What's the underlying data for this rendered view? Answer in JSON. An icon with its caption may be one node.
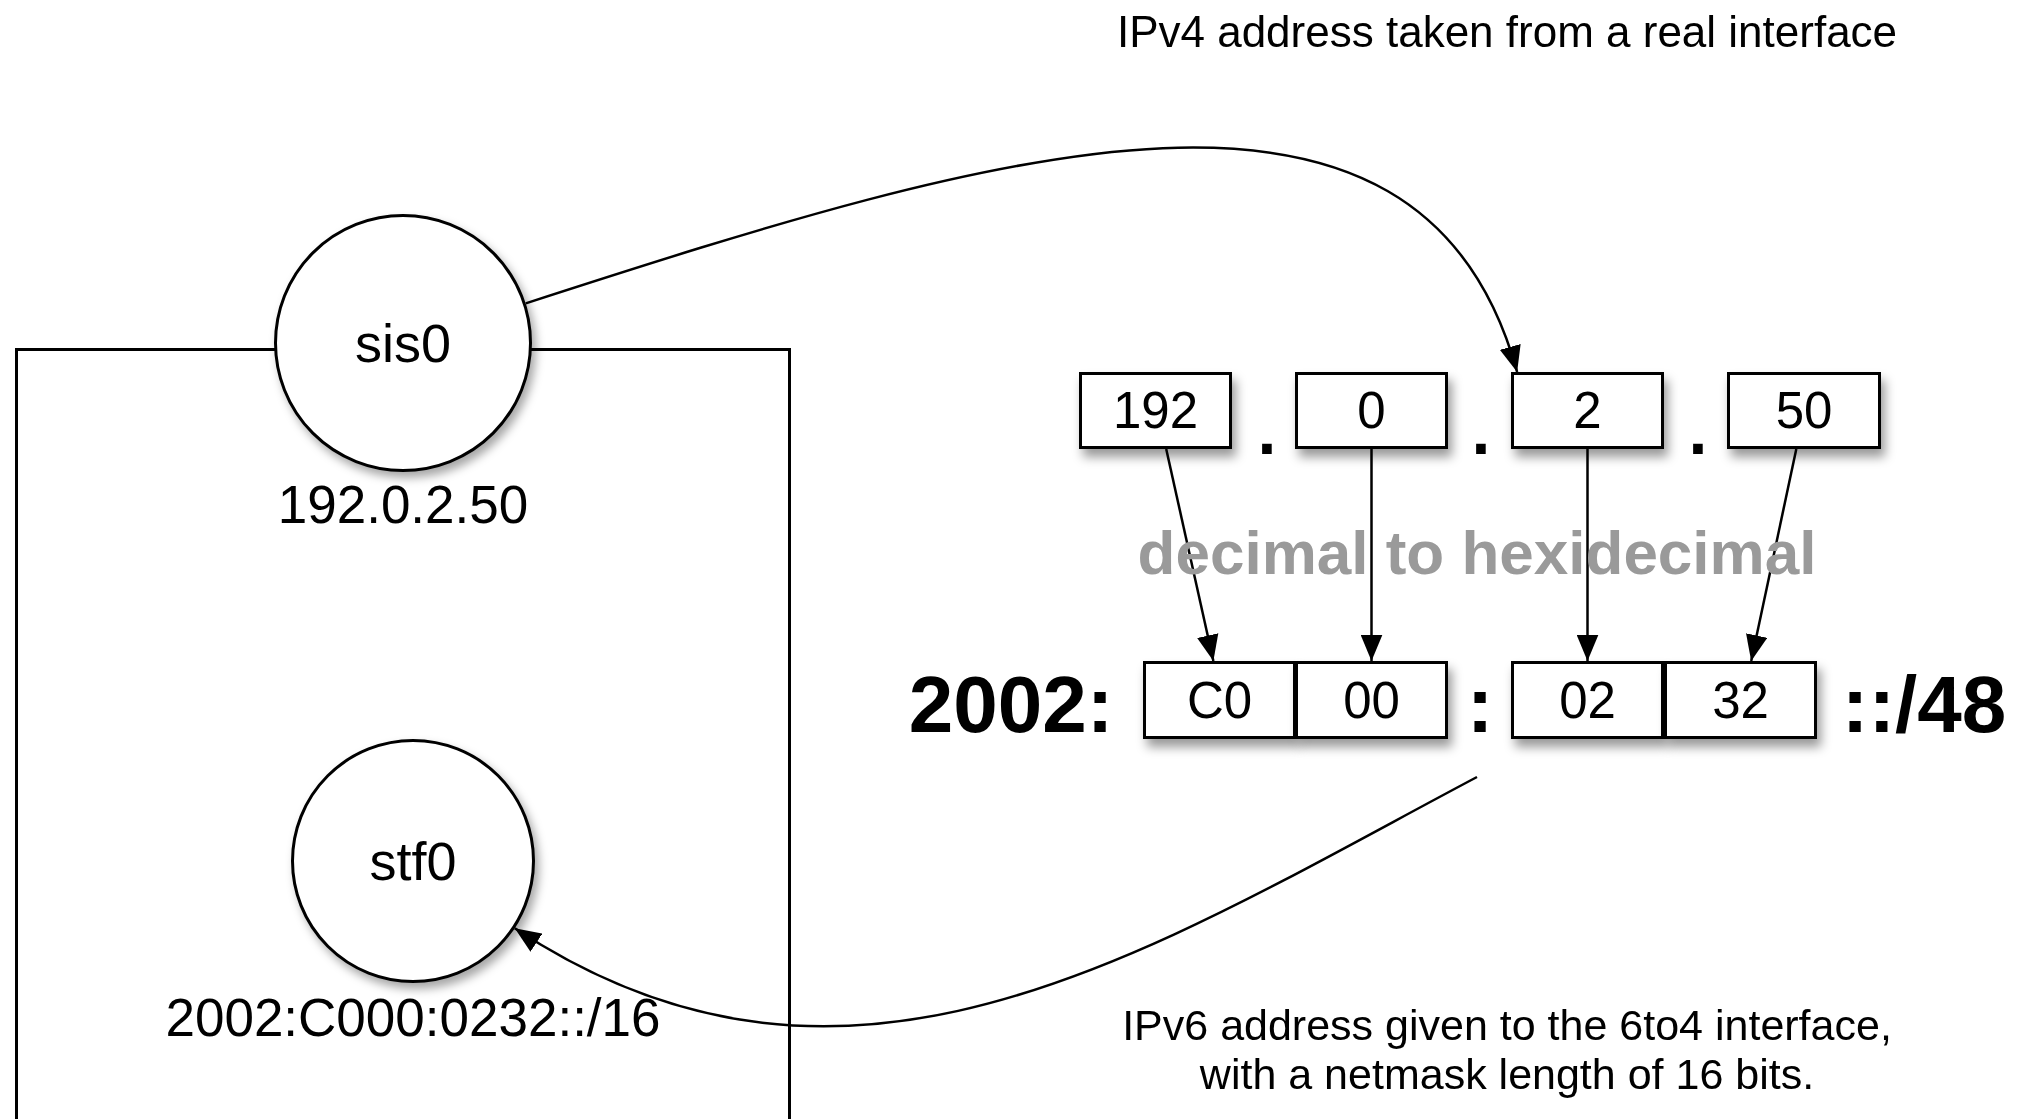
{
  "diagram": {
    "nodes": [
      {
        "text": [],
        "shape": "box"
      },
      {
        "text": [
          "sis0"
        ],
        "beside": [
          "192.0.2.50"
        ]
      },
      {
        "text": [
          "stf0"
        ],
        "in": 0,
        "beside": [
          "2002:C000:0232::/16"
        ]
      },
      {
        "text": [
          "192"
        ]
      },
      {
        "text": [
          "0"
        ]
      },
      {
        "text": [
          "2"
        ]
      },
      {
        "text": [
          "50"
        ]
      },
      {
        "text": [
          "C0"
        ]
      },
      {
        "text": [
          "00"
        ]
      },
      {
        "text": [
          "02"
        ]
      },
      {
        "text": [
          "32"
        ]
      }
    ],
    "edges": [
      {
        "from": 1,
        "to": 5,
        "arrow": "to"
      },
      {
        "from": 3,
        "to": 7,
        "arrow": "to"
      },
      {
        "from": 4,
        "to": 8,
        "arrow": "to"
      },
      {
        "from": 5,
        "to": 9,
        "arrow": "to"
      },
      {
        "from": 6,
        "to": 10,
        "arrow": "to"
      },
      {
        "from": null,
        "to": 2,
        "arrow": "to"
      }
    ],
    "labels": [
      "IPv4 address taken from a real interface",
      ".",
      ".",
      ".",
      "decimal to hexidecimal",
      "2002:",
      ":",
      "::/48",
      "IPv6 address given to the 6to4 interface, with a netmask length of 16 bits."
    ]
  }
}
